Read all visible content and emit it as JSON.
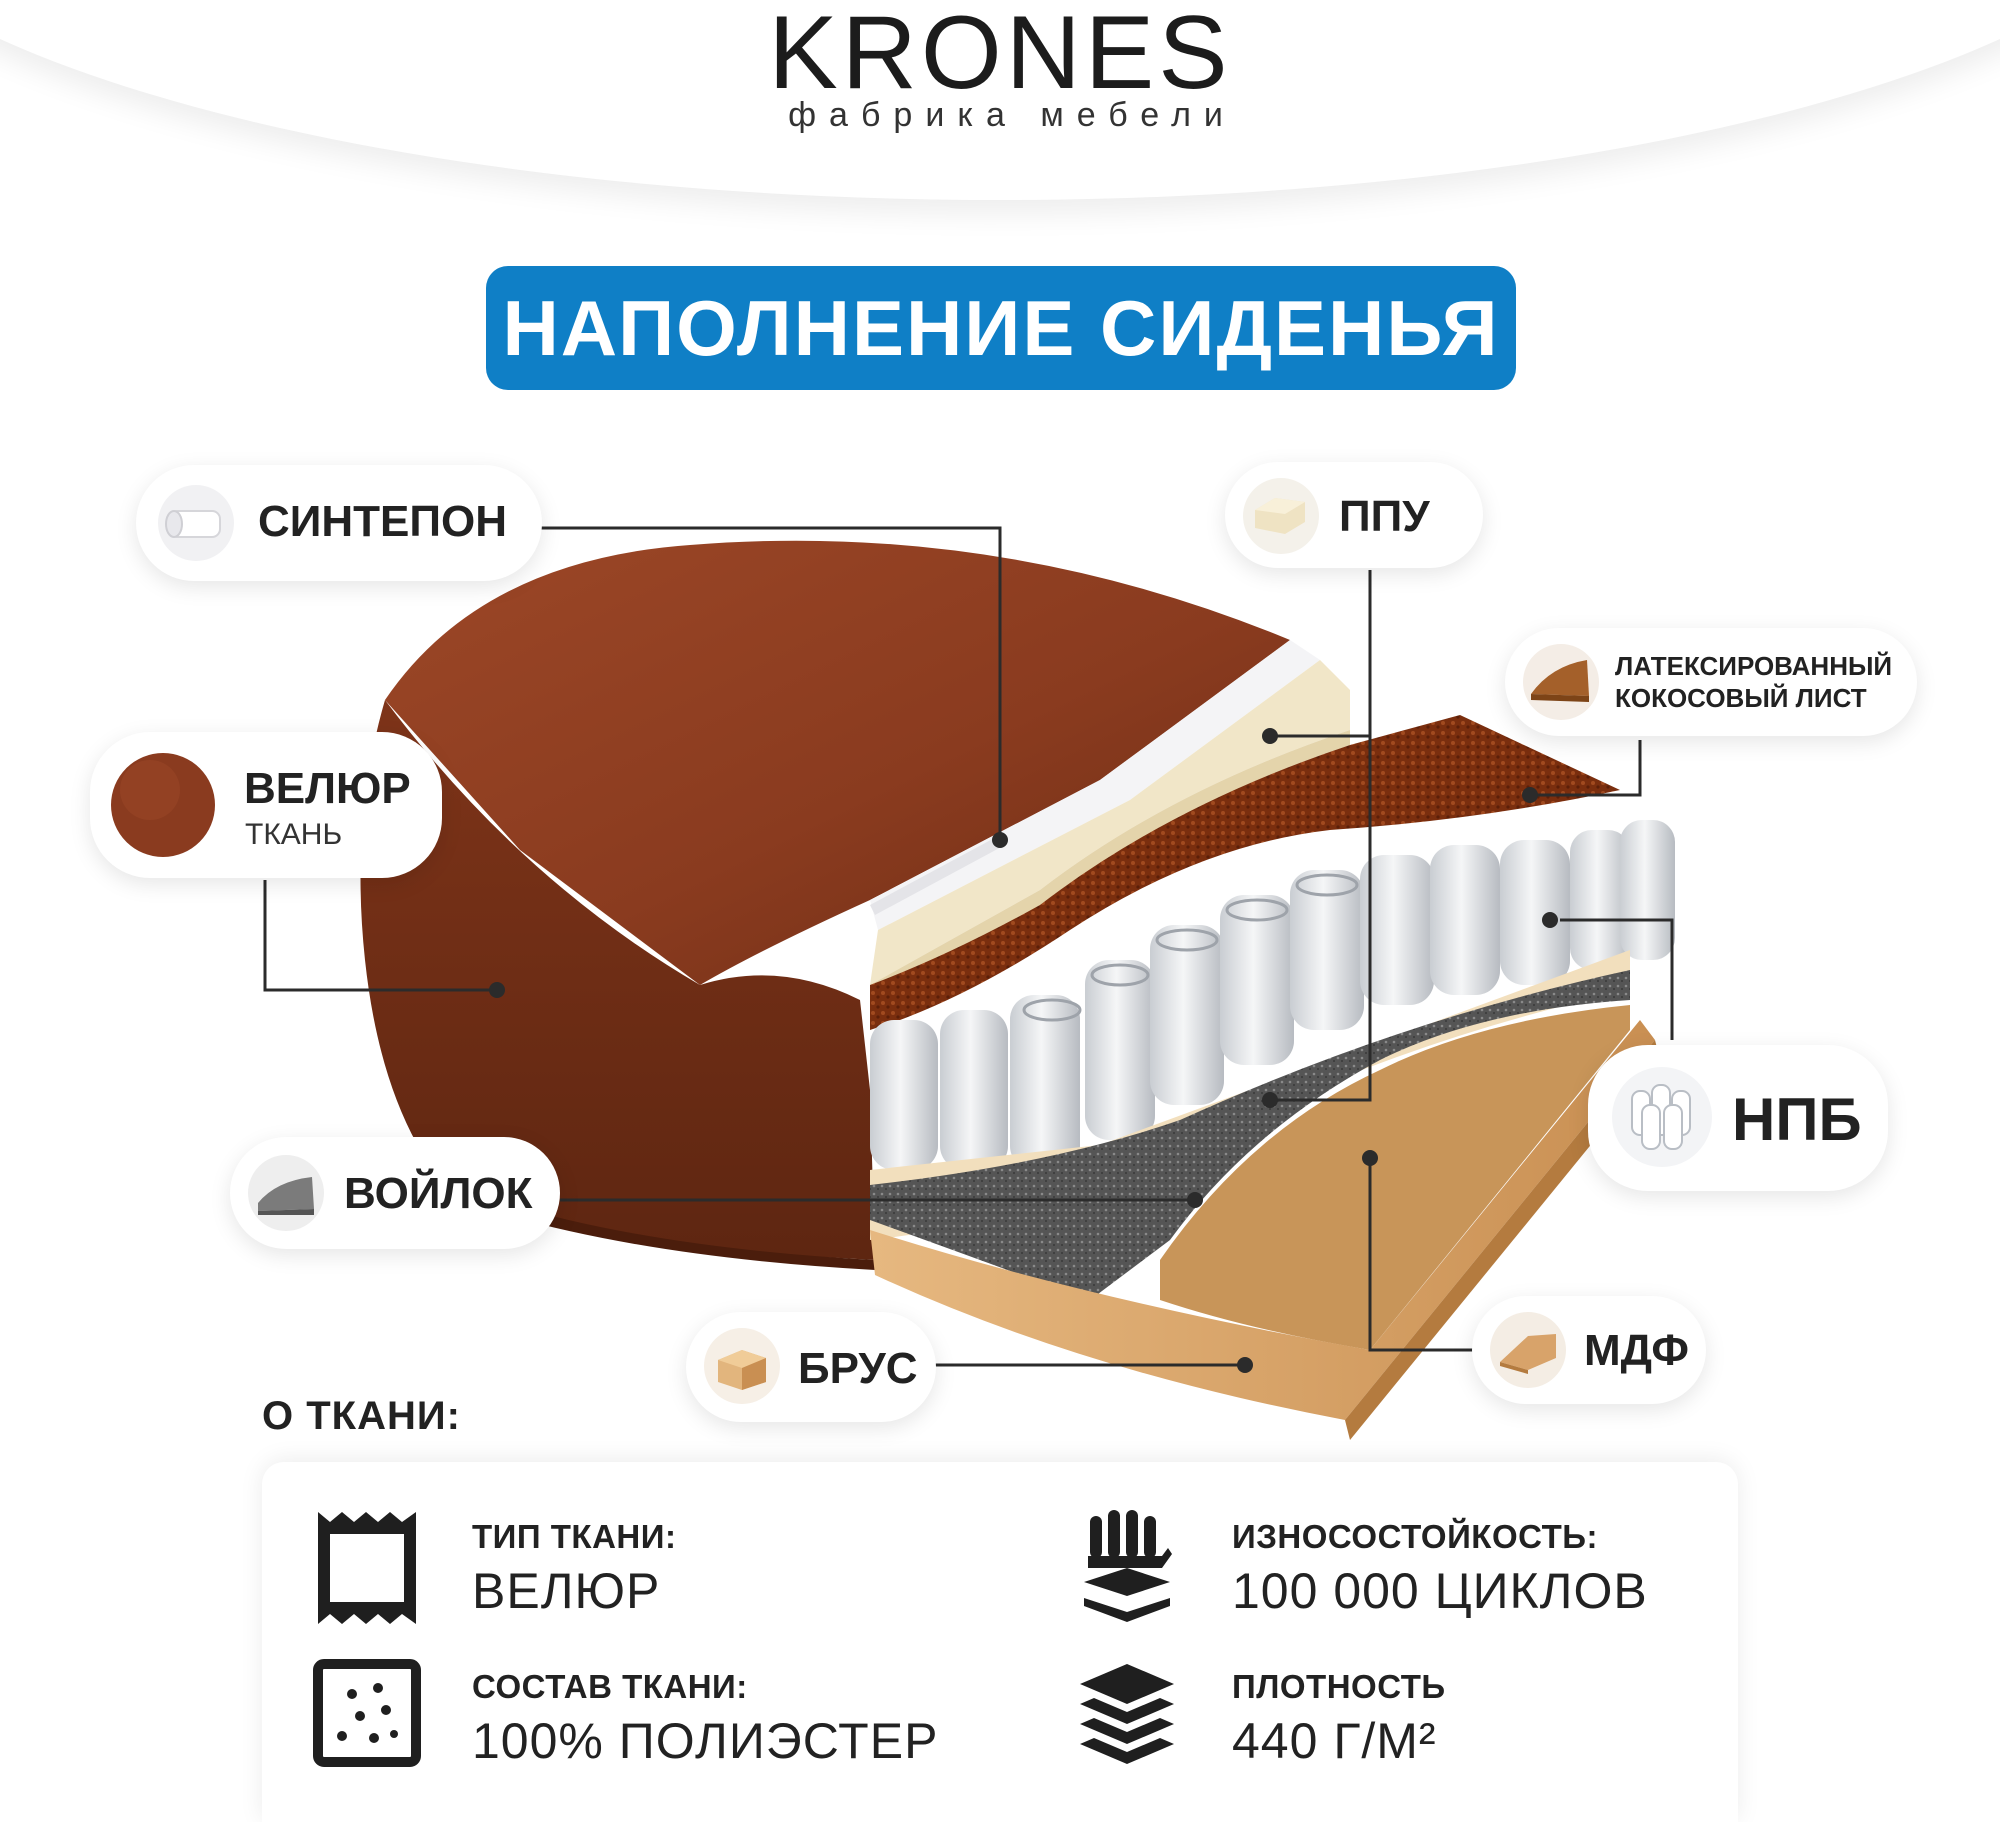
{
  "brand": {
    "name": "KRONES",
    "tagline": "фабрика мебели"
  },
  "title": "НАПОЛНЕНИЕ СИДЕНЬЯ",
  "layers": {
    "sintepon": "СИНТЕПОН",
    "ppu": "ППУ",
    "coconut": "ЛАТЕКСИРОВАННЫЙ КОКОСОВЫЙ ЛИСТ",
    "velour": "ВЕЛЮР",
    "velour_sub": "ТКАНЬ",
    "npb": "НПБ",
    "felt": "ВОЙЛОК",
    "mdf": "МДФ",
    "beam": "БРУС"
  },
  "fabric": {
    "heading": "О ТКАНИ:",
    "type_label": "ТИП ТКАНИ:",
    "type_value": "ВЕЛЮР",
    "composition_label": "СОСТАВ ТКАНИ:",
    "composition_value": "100% ПОЛИЭСТЕР",
    "durability_label": "ИЗНОСОСТОЙКОСТЬ:",
    "durability_value": "100 000 ЦИКЛОВ",
    "density_label": "ПЛОТНОСТЬ",
    "density_value": "440 Г/М²"
  },
  "colors": {
    "accent": "#0f7fc6",
    "velour": "#8a3b1f",
    "coconut": "#7a2e0e",
    "foam": "#f1e6c8",
    "wood": "#d9a871",
    "mdf": "#c89559",
    "felt": "#5d5d5d"
  },
  "icons": [
    "fabric-roll-icon",
    "foam-block-icon",
    "coconut-sheet-icon",
    "velour-swatch-icon",
    "springs-icon",
    "felt-icon",
    "mdf-icon",
    "wood-beam-icon",
    "fabric-type-icon",
    "composition-icon",
    "durability-icon",
    "density-icon"
  ]
}
